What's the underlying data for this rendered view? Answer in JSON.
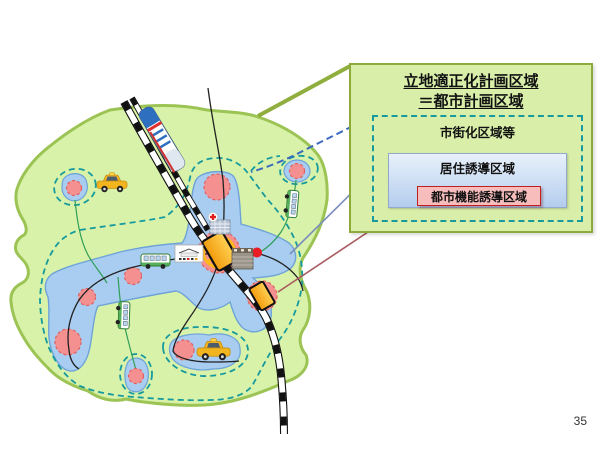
{
  "page": {
    "number": "35"
  },
  "legend": {
    "title_line1": "立地適正化計画区域",
    "title_line2": "＝都市計画区域",
    "urbanization_area_label": "市街化区域等",
    "residential_guidance_label": "居住誘導区域",
    "urban_function_guidance_label": "都市機能誘導区域"
  },
  "map": {
    "icons": {
      "train-icon": "intercity train on railway line",
      "taxi-icon": "yellow taxi car (2 on map)",
      "bus-icon": "green/white bus (3 on map)",
      "hospital-icon": "building with red cross",
      "commercial-building-icon": "grey commercial building",
      "station-front-sign-icon": "white station building sign",
      "station-area-icon": "orange rotated rectangle on railway",
      "settlement-icon": "pink dashed circle",
      "railway-icon": "black/white hatched railway line"
    },
    "colors": {
      "plan_area_fill": "#d9f2a9",
      "plan_area_border": "#9cc455",
      "residential_area_fill": "#a8cdf0",
      "urbanization_boundary_dash": "#169a9e",
      "settlement_pink": "#f49090",
      "station_orange": "#f7a81b",
      "function_box_border": "#bf1f1f",
      "legend_connector_green": "#8fae3e",
      "legend_connector_blue_dash": "#3b6abe",
      "legend_connector_blue": "#7a8fba",
      "legend_connector_red": "#aa5a5e"
    }
  }
}
